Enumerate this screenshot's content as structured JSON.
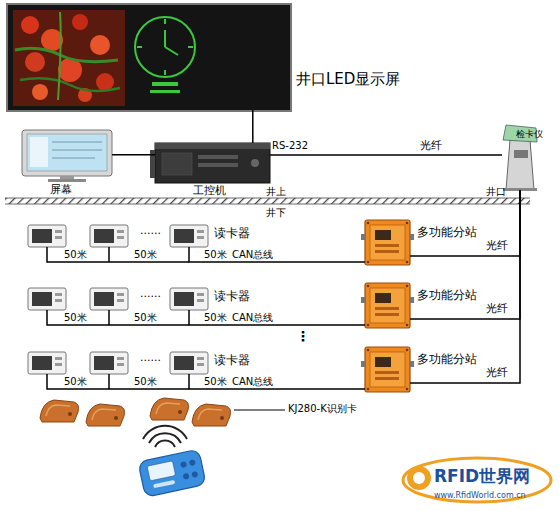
{
  "diagram": {
    "nodes": [
      {
        "text": [
          "井口LED显示屏"
        ]
      },
      {
        "text": [
          "屏幕"
        ]
      },
      {
        "text": [
          "工控机"
        ]
      },
      {
        "text": [
          "检卡仪"
        ]
      },
      {
        "text": [
          "读卡器"
        ]
      },
      {
        "text": [
          "多功能分站"
        ]
      },
      {
        "text": [
          "读卡器"
        ]
      },
      {
        "text": [
          "多功能分站"
        ]
      },
      {
        "text": [
          "读卡器"
        ]
      },
      {
        "text": [
          "多功能分站"
        ]
      }
    ],
    "edges": [
      {
        "from": 0,
        "to": 2,
        "arrow": "none"
      },
      {
        "from": 1,
        "to": 2,
        "arrow": "none"
      },
      {
        "from": 2,
        "to": 3,
        "label": "光纤",
        "arrow": "none"
      },
      {
        "from": 5,
        "to": 3,
        "label": "光纤",
        "arrow": "none"
      },
      {
        "from": 7,
        "to": 3,
        "label": "光纤",
        "arrow": "none"
      },
      {
        "from": 9,
        "to": 3,
        "label": "光纤",
        "arrow": "none"
      },
      {
        "from": 4,
        "to": 5,
        "label": "CAN总线",
        "arrow": "none"
      },
      {
        "from": 6,
        "to": 7,
        "label": "CAN总线",
        "arrow": "none"
      },
      {
        "from": 8,
        "to": 9,
        "label": "CAN总线",
        "arrow": "none"
      }
    ],
    "labels": [
      "RS-232",
      "井上",
      "井下",
      "井口",
      "50米",
      "......",
      "50米",
      "50米",
      "50米",
      "......",
      "50米",
      "50米",
      "50米",
      "......",
      "50米",
      "50米",
      "⋮",
      "KJ280-K识别卡",
      "RFID世界网",
      "www.RfidWorld.com.cn"
    ]
  }
}
